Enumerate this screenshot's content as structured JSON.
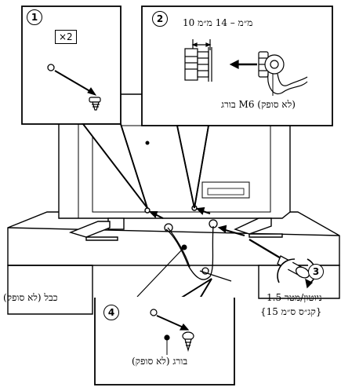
{
  "steps": {
    "s1": {
      "number": "1",
      "multiplier": "×2"
    },
    "s2": {
      "number": "2",
      "dimension": "10 מ״מ – 14 מ״מ",
      "screw_label": "בורג M6 (לא סופק)"
    },
    "s3": {
      "number": "3",
      "torque_line1": "1.5 ניוטון/מטר",
      "torque_line2": "{15 קג״ס ס״מ}"
    },
    "s4": {
      "number": "4",
      "screw_label": "בורג (לא סופק)"
    }
  },
  "cable_label": "כבל (לא סופק)",
  "colors": {
    "line": "#000000",
    "panel_fill": "#ffffff",
    "tv_fill": "#ffffff",
    "table_fill": "#ffffff"
  }
}
